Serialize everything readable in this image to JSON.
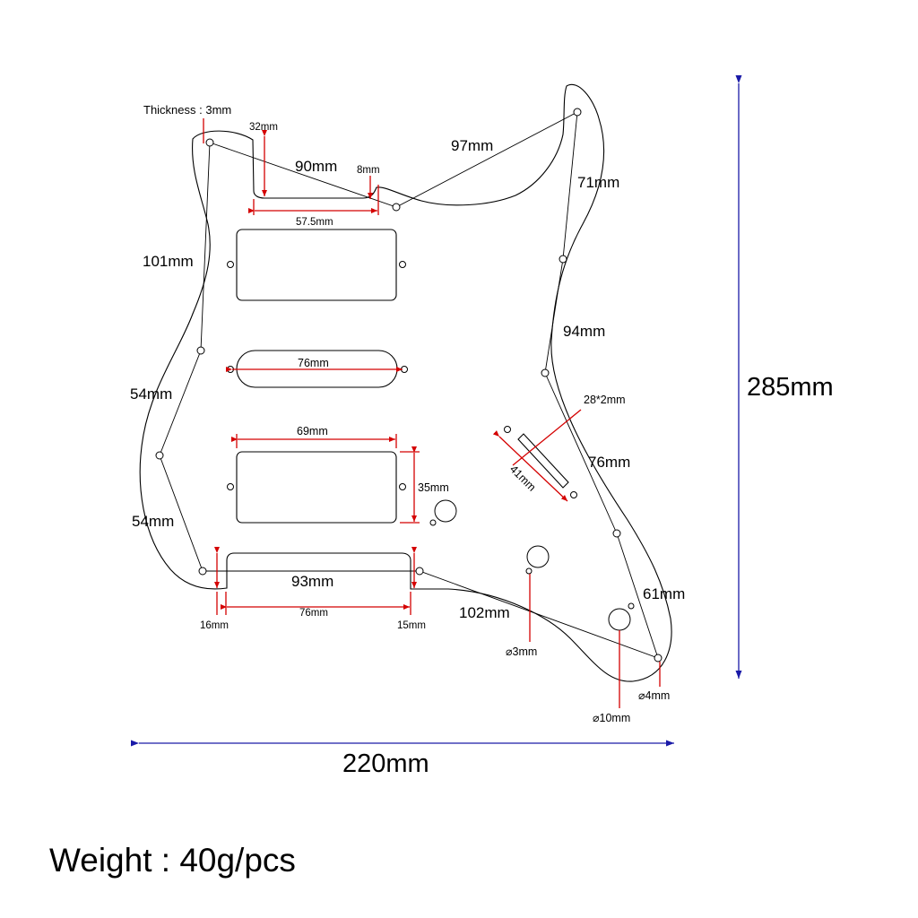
{
  "labels": {
    "thickness": "Thickness : 3mm",
    "w32": "32mm",
    "w90": "90mm",
    "w8": "8mm",
    "w97": "97mm",
    "w57_5": "57.5mm",
    "w71": "71mm",
    "w101": "101mm",
    "w94": "94mm",
    "w76_single": "76mm",
    "w54_upper": "54mm",
    "w28x2": "28*2mm",
    "w69": "69mm",
    "w76_right": "76mm",
    "w41": "41mm",
    "w35": "35mm",
    "w54_lower": "54mm",
    "w93": "93mm",
    "w61": "61mm",
    "w102": "102mm",
    "w16": "16mm",
    "w76_bottom": "76mm",
    "w15": "15mm",
    "d3": "⌀3mm",
    "d4": "⌀4mm",
    "d10": "⌀10mm",
    "height": "285mm",
    "width": "220mm",
    "weight": "Weight : 40g/pcs"
  },
  "colors": {
    "outline": "#000000",
    "dimension_red": "#d40000",
    "dimension_blue": "#1a1aa8",
    "background": "#ffffff"
  }
}
